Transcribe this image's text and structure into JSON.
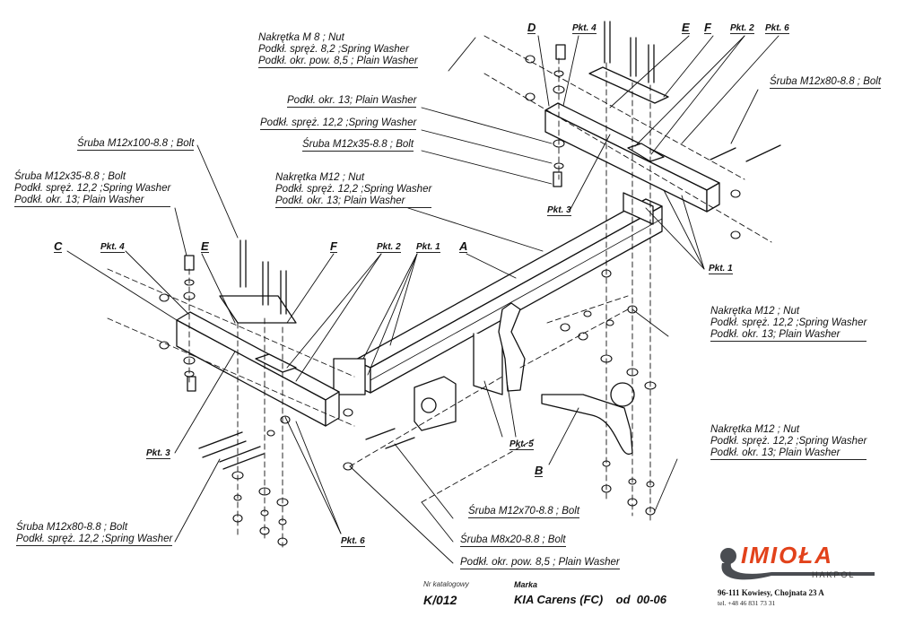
{
  "diagram": {
    "title": "Towbar exploded assembly diagram",
    "part_letters": {
      "A": "A",
      "B": "B",
      "C": "C",
      "D": "D",
      "E": "E",
      "F": "F"
    },
    "points": {
      "pkt1": "Pkt. 1",
      "pkt2": "Pkt. 2",
      "pkt3": "Pkt. 3",
      "pkt4": "Pkt. 4",
      "pkt5": "Pkt. 5",
      "pkt6": "Pkt. 6"
    },
    "callouts": {
      "top_m8": [
        "Nakrętka  M  8 ; Nut",
        "Podkł. spręż. 8,2 ;Spring Washer",
        "Podkł. okr. pow. 8,5 ; Plain Washer"
      ],
      "top_washer13": "Podkł. okr. 13; Plain Washer",
      "top_spring12": "Podkł. spręż. 12,2 ;Spring Washer",
      "top_bolt35": "Śruba M12x35-8.8 ;  Bolt",
      "left_bolt100": "Śruba M12x100-8.8 ;  Bolt",
      "left_group": [
        "Śruba M12x35-8.8 ;  Bolt",
        "Podkł. spręż. 12,2 ;Spring Washer",
        "Podkł. okr. 13; Plain Washer"
      ],
      "mid_nut": [
        "Nakrętka  M12 ; Nut",
        "Podkł. spręż. 12,2 ;Spring Washer",
        "Podkł. okr. 13; Plain Washer"
      ],
      "right_bolt80": "Śruba M12x80-8.8 ;  Bolt",
      "right_nut1": [
        "Nakrętka  M12 ; Nut",
        "Podkł. spręż. 12,2 ;Spring Washer",
        "Podkł. okr. 13; Plain Washer"
      ],
      "right_nut2": [
        "Nakrętka  M12 ; Nut",
        "Podkł. spręż. 12,2 ;Spring Washer",
        "Podkł. okr. 13; Plain Washer"
      ],
      "bottom_left": [
        "Śruba M12x80-8.8 ;  Bolt",
        "Podkł. spręż. 12,2 ;Spring Washer"
      ],
      "bottom_bolt70": "Śruba M12x70-8.8 ;  Bolt",
      "bottom_bolt20": "Śruba M8x20-8.8 ;  Bolt",
      "bottom_washer85": "Podkł. okr. pow. 8,5 ; Plain Washer"
    }
  },
  "footer": {
    "catalog_label": "Nr katalogowy",
    "catalog_value": "K/012",
    "make_label": "Marka",
    "make_value": "KIA Carens (FC)    od  00-06"
  },
  "brand": {
    "name": "IMIOŁA",
    "sub": "HAKPOL",
    "address": "96-111 Kowiesy, Chojnata 23 A",
    "phone": "tel. +48 46 831 73 31",
    "accent_color": "#e2421b",
    "ball_color": "#4a4d52"
  }
}
